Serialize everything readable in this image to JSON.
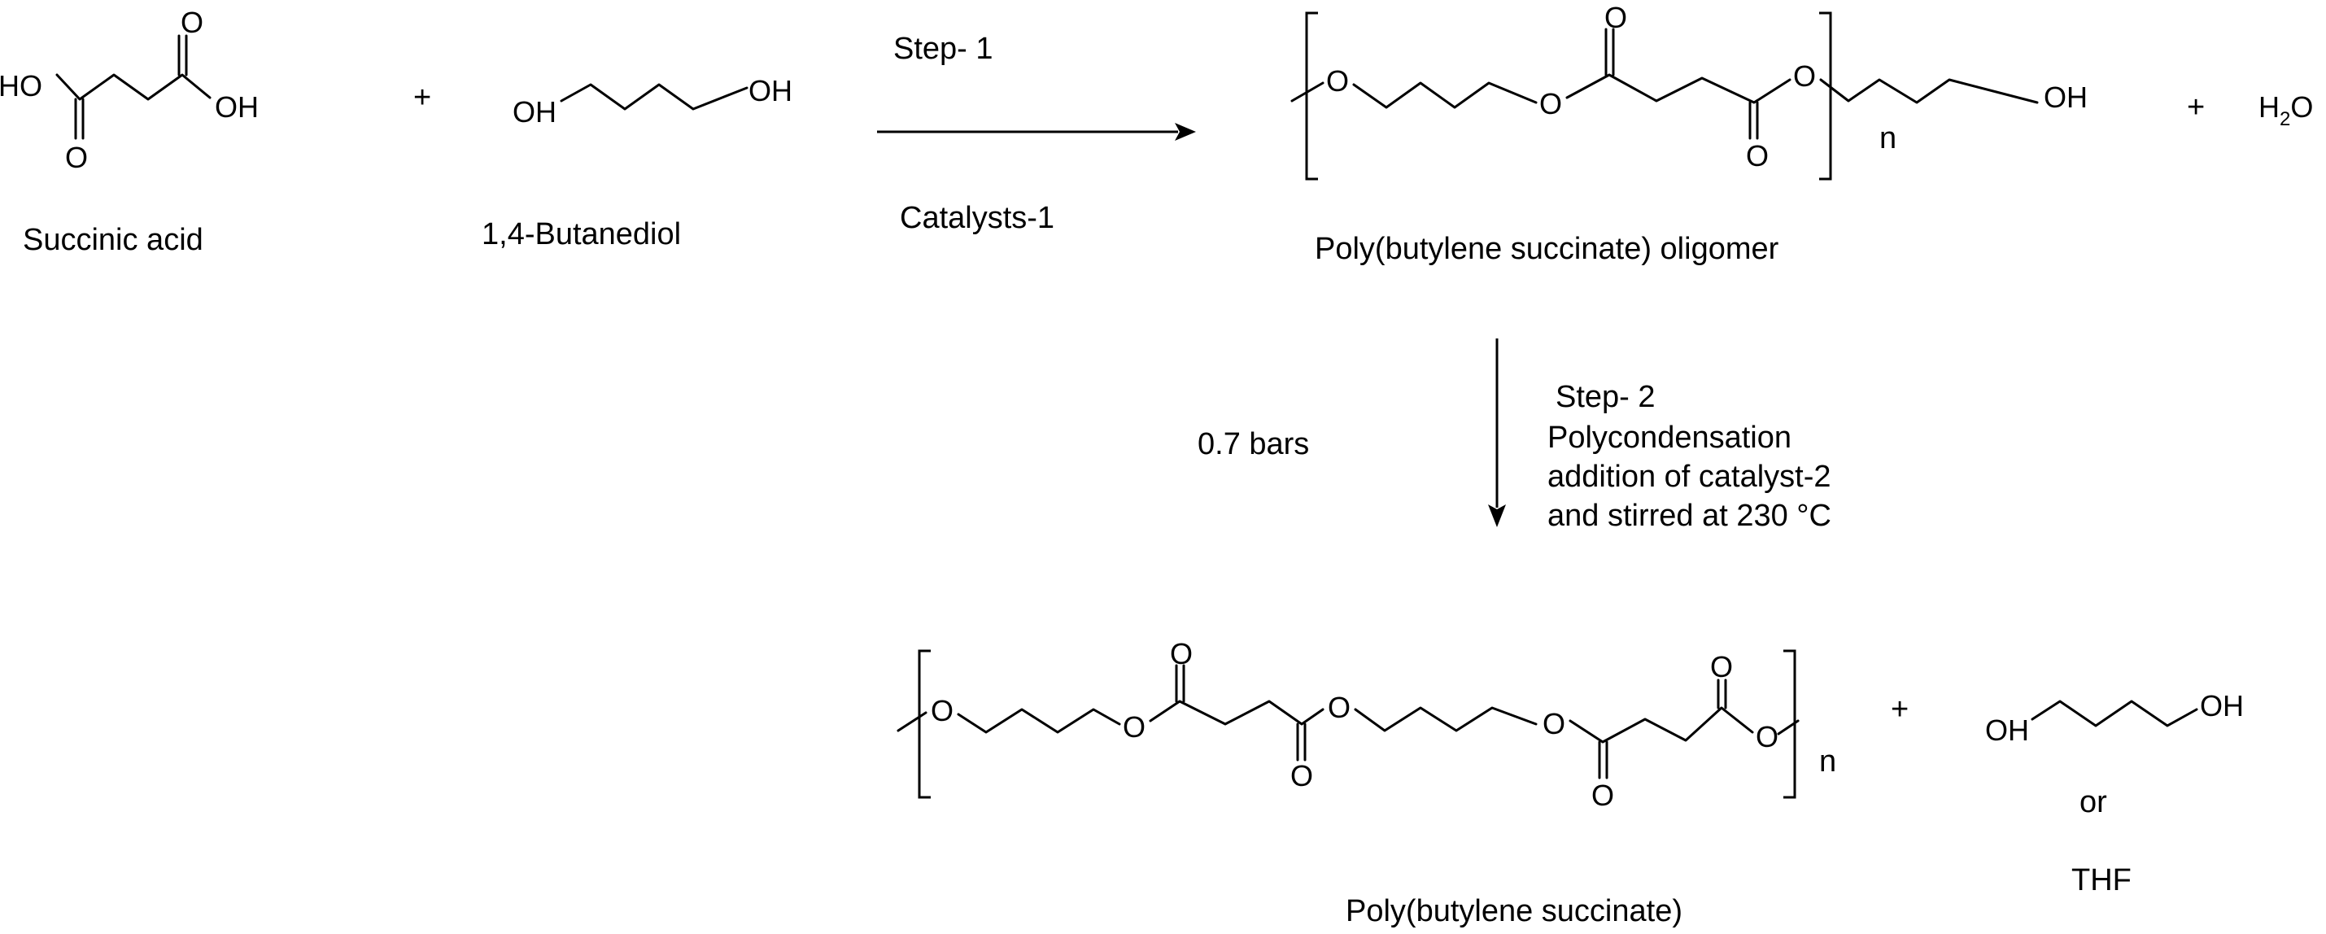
{
  "reactants": {
    "succinic_acid": {
      "name": "Succinic acid",
      "atom_ho": "HO",
      "atom_oh": "OH",
      "atom_o_top": "O",
      "atom_o_bottom": "O"
    },
    "plus_1": "+",
    "butanediol": {
      "name": "1,4-Butanediol",
      "atom_oh_left": "OH",
      "atom_oh_right": "OH"
    }
  },
  "step1": {
    "label": "Step- 1",
    "catalyst": "Catalysts-1"
  },
  "oligomer": {
    "name": "Poly(butylene succinate) oligomer",
    "atom_o1": "O",
    "atom_o2": "O",
    "atom_o3": "O",
    "atom_o4": "O",
    "atom_o5": "O",
    "atom_oh": "OH",
    "repeat": "n"
  },
  "water": {
    "plus": "+",
    "h": "H",
    "subscript": "2",
    "o": "O"
  },
  "step2": {
    "pressure": "0.7 bars",
    "lines": [
      "Step- 2",
      "Polycondensation",
      "addition of   catalyst-2",
      "and stirred at 230 °C"
    ]
  },
  "polymer": {
    "name": "Poly(butylene succinate)",
    "atom_o1": "O",
    "atom_o2": "O",
    "atom_o3": "O",
    "atom_o4": "O",
    "atom_o5": "O",
    "atom_o6": "O",
    "atom_o7": "O",
    "atom_o8": "O",
    "repeat": "n"
  },
  "byproduct": {
    "plus": "+",
    "atom_oh_left": "OH",
    "atom_oh_right": "OH",
    "or": "or",
    "thf": "THF"
  }
}
